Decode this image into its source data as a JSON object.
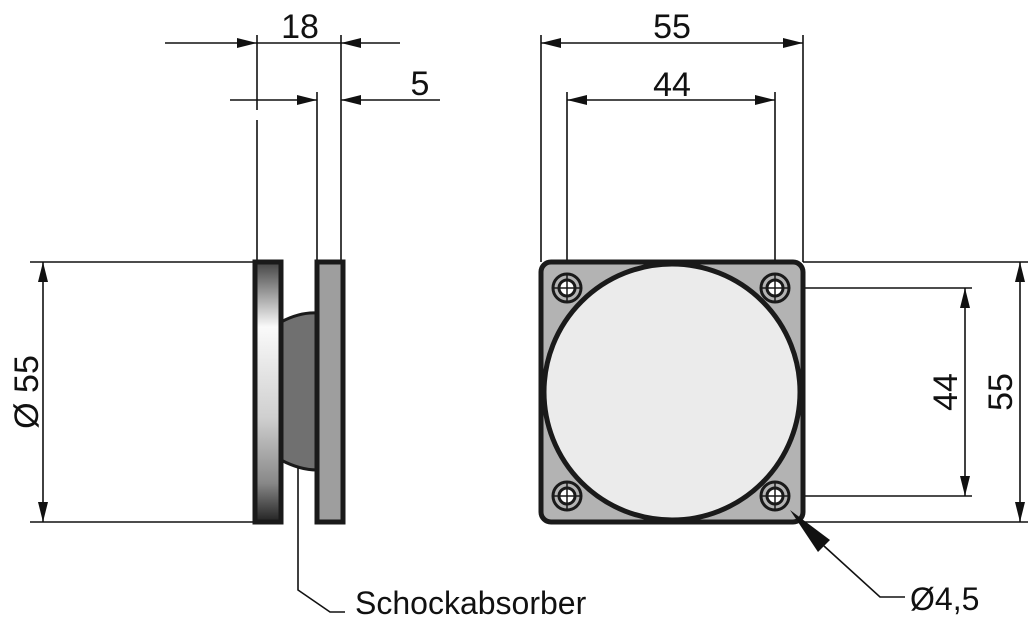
{
  "side_view": {
    "dim_overall_thickness": "18",
    "dim_plate_thickness": "5",
    "dim_diameter": "Ø 55",
    "leader_label": "Schockabsorber"
  },
  "front_view": {
    "dim_width_outer": "55",
    "dim_width_holes": "44",
    "dim_height_holes": "44",
    "dim_height_outer": "55",
    "hole_label": "Ø4,5"
  },
  "colors": {
    "plate": "#b3b3b3",
    "pad": "#ebebeb",
    "absorber": "#707070",
    "outline": "#1a1a1a"
  }
}
